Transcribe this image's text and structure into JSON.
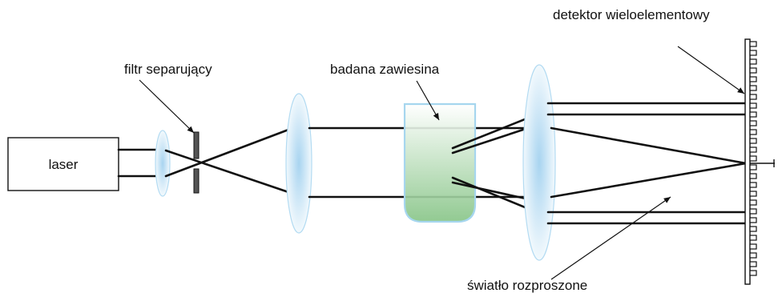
{
  "labels": {
    "laser": "laser",
    "filter": "filtr separujący",
    "sample": "badana zawiesina",
    "detector": "detektor wieloelementowy",
    "scattered_light": "światło rozproszone"
  },
  "colors": {
    "beam": "#111111",
    "lens_center": "#a8d4f0",
    "lens_edge": "#f2f9fd",
    "cuvette_border": "#a6d6ee",
    "suspension_top": "#ffffff",
    "suspension_bottom": "#86c486"
  }
}
